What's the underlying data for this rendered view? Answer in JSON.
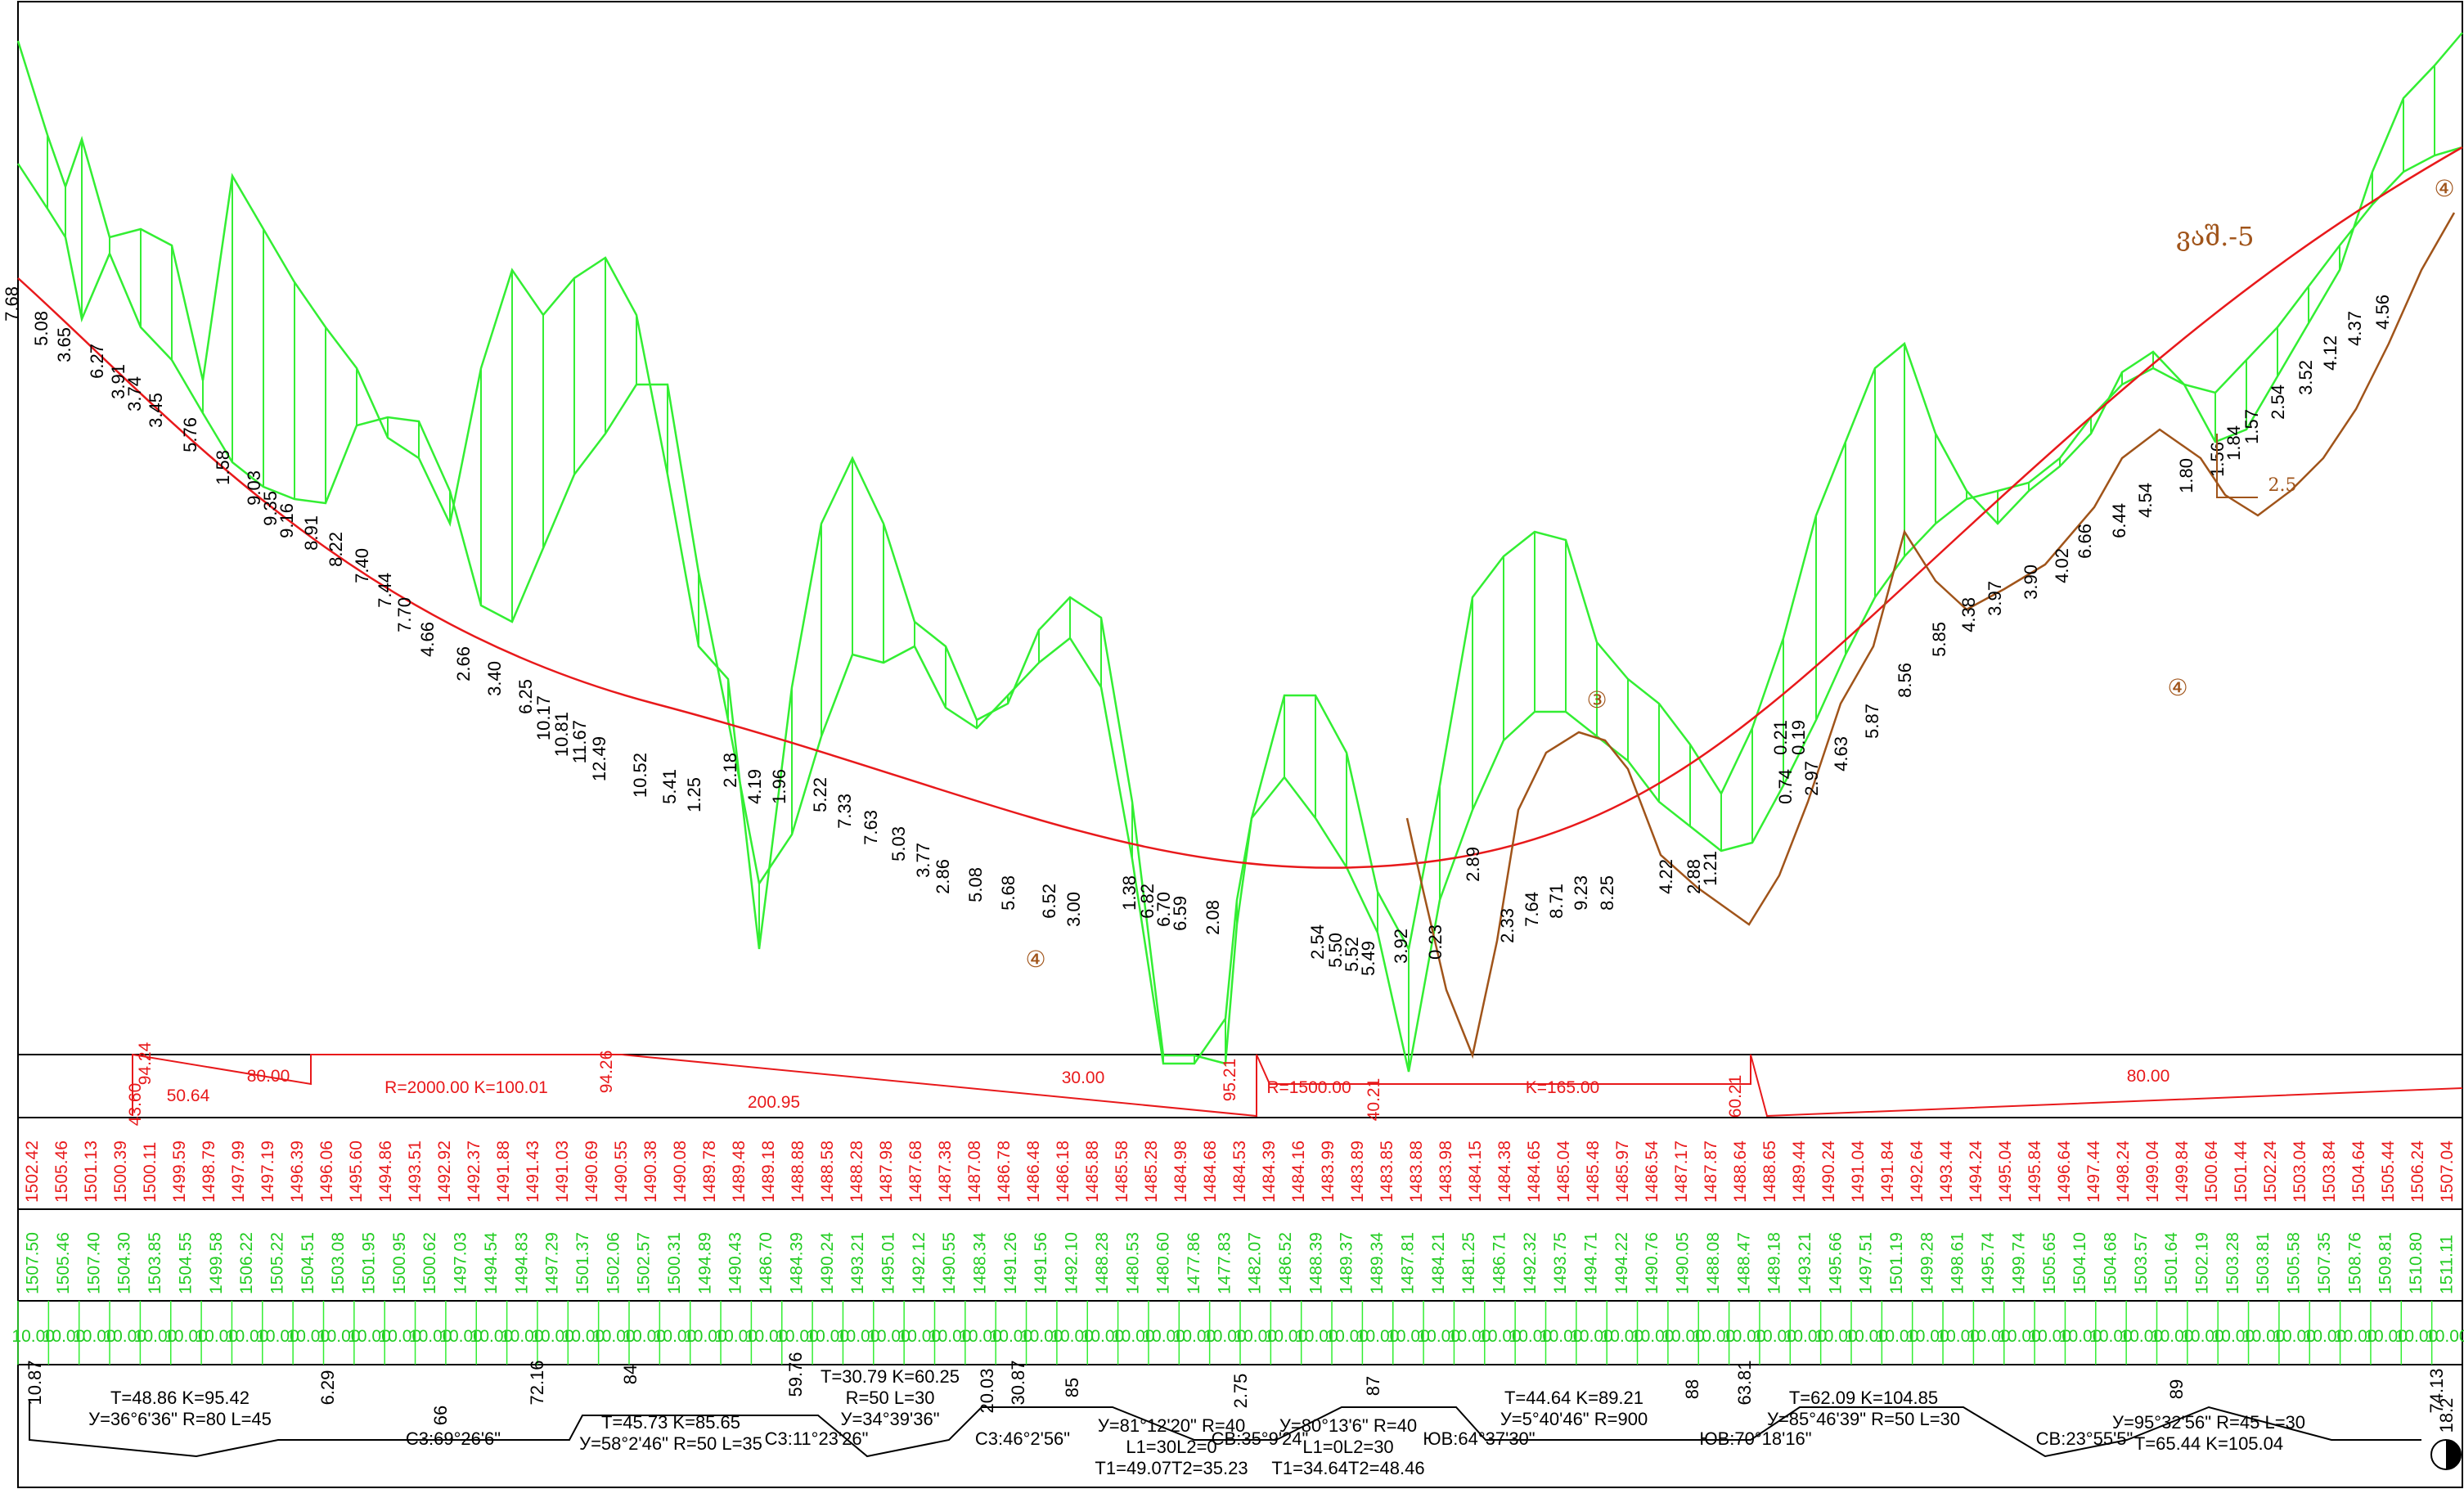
{
  "colors": {
    "ground": "#33ee33",
    "design": "#e8191b",
    "geology": "#a0541a",
    "frame": "#000000"
  },
  "diagram_data": {
    "stations_spacing": "10.00",
    "labels": {
      "cut_depths_left": [
        "7.68",
        "5.08",
        "3.65",
        "6.27",
        "3.91",
        "3.74",
        "3.45",
        "5.76",
        "1.58",
        "9.03",
        "9.35",
        "9.16",
        "8.91",
        "8.22",
        "7.40",
        "7.44",
        "7.70",
        "4.66",
        "2.66",
        "3.40",
        "6.25",
        "10.17",
        "10.81",
        "11.67",
        "12.49",
        "10.52",
        "5.41",
        "1.25",
        "2.18",
        "4.19",
        "1.96",
        "5.22",
        "7.33",
        "7.63",
        "5.03",
        "3.77",
        "2.86",
        "5.08",
        "5.68",
        "6.52",
        "3.00",
        "1.38",
        "6.82",
        "6.70",
        "6.59",
        "2.08"
      ],
      "cut_depths_mid": [
        "2.54",
        "5.50",
        "5.52",
        "5.49",
        "3.92",
        "0.23",
        "2.89",
        "2.33",
        "7.64",
        "8.71",
        "9.23",
        "8.25",
        "4.22",
        "2.88",
        "1.21",
        "0.21",
        "0.19",
        "0.74",
        "2.97",
        "4.63",
        "5.87",
        "8.56",
        "5.85",
        "4.38",
        "3.97",
        "3.90",
        "4.02",
        "6.66",
        "6.44",
        "4.54",
        "1.80",
        "1.56",
        "1.84",
        "1.57",
        "2.54",
        "3.52",
        "4.12",
        "4.37",
        "4.56"
      ],
      "geology_marks": [
        "④",
        "③",
        "④",
        "④"
      ],
      "layer_label": "ვაშ.-5",
      "slope_label": "2.5"
    },
    "grade_row": {
      "items": [
        "50.64",
        "80.00",
        "R=2000.00 K=100.01",
        "200.95",
        "30.00",
        "R=1500.00",
        "K=165.00",
        "80.00"
      ],
      "small": [
        "43.60",
        "94.24",
        "94.26",
        "95.21",
        "40.21",
        "60.21"
      ]
    },
    "design_elevations": [
      "1502.42",
      "1505.46",
      "1501.13",
      "1500.39",
      "1500.11",
      "1499.59",
      "1498.79",
      "1497.99",
      "1497.19",
      "1496.39",
      "1496.06",
      "1495.60",
      "1494.86",
      "1493.51",
      "1492.92",
      "1492.37",
      "1491.88",
      "1491.43",
      "1491.03",
      "1490.69",
      "1490.55",
      "1490.38",
      "1490.08",
      "1489.78",
      "1489.48",
      "1489.18",
      "1488.88",
      "1488.58",
      "1488.28",
      "1487.98",
      "1487.68",
      "1487.38",
      "1487.08",
      "1486.78",
      "1486.48",
      "1486.18",
      "1485.88",
      "1485.58",
      "1485.28",
      "1484.98",
      "1484.68",
      "1484.53",
      "1484.39",
      "1484.16",
      "1483.99",
      "1483.89",
      "1483.85",
      "1483.88",
      "1483.98",
      "1484.15",
      "1484.38",
      "1484.65",
      "1485.04",
      "1485.48",
      "1485.97",
      "1486.54",
      "1487.17",
      "1487.87",
      "1488.64",
      "1488.65",
      "1489.44",
      "1490.24",
      "1491.04",
      "1491.84",
      "1492.64",
      "1493.44",
      "1494.24",
      "1495.04",
      "1495.84",
      "1496.64",
      "1497.44",
      "1498.24",
      "1499.04",
      "1499.84",
      "1500.64",
      "1501.44",
      "1502.24",
      "1503.04",
      "1503.84",
      "1504.64",
      "1505.44",
      "1506.24",
      "1507.04"
    ],
    "ground_elevations": [
      "1507.50",
      "1505.46",
      "1507.40",
      "1504.30",
      "1503.85",
      "1504.55",
      "1499.58",
      "1506.22",
      "1505.22",
      "1504.51",
      "1503.08",
      "1501.95",
      "1500.95",
      "1500.62",
      "1497.03",
      "1494.54",
      "1494.83",
      "1497.29",
      "1501.37",
      "1502.06",
      "1502.57",
      "1500.31",
      "1494.89",
      "1490.43",
      "1486.70",
      "1484.39",
      "1490.24",
      "1493.21",
      "1495.01",
      "1492.12",
      "1490.55",
      "1488.34",
      "1491.26",
      "1491.56",
      "1492.10",
      "1488.28",
      "1480.53",
      "1480.60",
      "1477.86",
      "1477.83",
      "1482.07",
      "1486.52",
      "1488.39",
      "1489.37",
      "1489.34",
      "1487.81",
      "1484.21",
      "1481.25",
      "1486.71",
      "1492.32",
      "1493.75",
      "1494.71",
      "1494.22",
      "1490.76",
      "1490.05",
      "1488.08",
      "1488.47",
      "1489.18",
      "1493.21",
      "1495.66",
      "1497.51",
      "1501.19",
      "1499.28",
      "1498.61",
      "1495.74",
      "1499.74",
      "1505.65",
      "1504.10",
      "1504.68",
      "1503.57",
      "1501.64",
      "1502.19",
      "1503.28",
      "1503.81",
      "1505.58",
      "1507.35",
      "1508.76",
      "1509.81",
      "1510.80",
      "1511.11"
    ],
    "plan_row": {
      "curves": [
        {
          "top": "T=48.86 K=95.42",
          "mid": "У=36°6'36\" R=80 L=45"
        },
        {
          "top": "T=45.73 K=85.65",
          "mid": "У=58°2'46\" R=50 L=35"
        },
        {
          "top": "T=30.79 K=60.25",
          "mid": "R=50 L=30",
          "bot": "У=34°39'36\""
        },
        {
          "top": "У=81°12'20\" R=40",
          "mid": "L1=30L2=0",
          "bot": "T1=49.07T2=35.23"
        },
        {
          "top": "У=80°13'6\" R=40",
          "mid": "L1=0L2=30",
          "bot": "T1=34.64T2=48.46"
        },
        {
          "top": "T=44.64 K=89.21",
          "mid": "У=5°40'46\" R=900"
        },
        {
          "top": "T=62.09 K=104.85",
          "mid": "У=85°46'39\" R=50 L=30"
        },
        {
          "top": "У=95°32'56\" R=45 L=30",
          "mid": "T=65.44 K=105.04"
        }
      ],
      "angles": [
        "С3:69°26'6\"",
        "С3:11°23'26\"",
        "С3:46°2'56\"",
        "СВ:35°9'24\"",
        "ЮВ:64°37'30\"",
        "ЮВ:70°18'16\"",
        "СВ:23°55'5\""
      ],
      "numbers": [
        "10.87",
        "6.29",
        "66",
        "72.16",
        "84",
        "59.76",
        "20.03",
        "30.87",
        "2.75",
        "88",
        "87",
        "63.81",
        "74.13",
        "89",
        "85",
        "18.2"
      ]
    }
  }
}
